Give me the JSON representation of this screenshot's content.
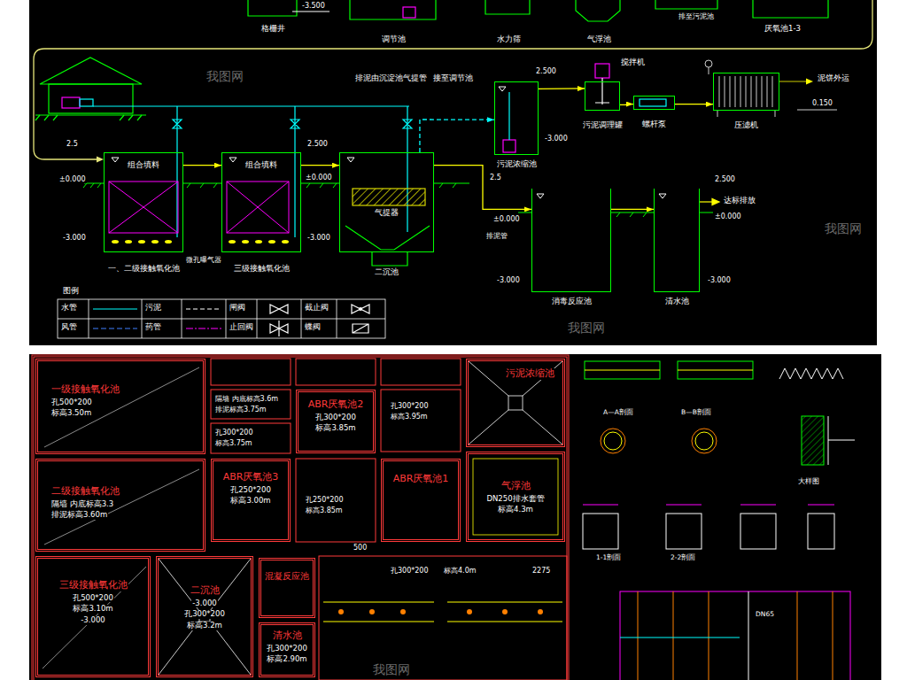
{
  "diagram": {
    "nodes": [
      {
        "text": [
          "组合填料",
          "一、二级接触氧化池"
        ]
      },
      {
        "text": [
          "组合填料",
          "三级接触氧化池"
        ]
      },
      {
        "text": [
          "气提器",
          "二沉池"
        ]
      },
      {
        "text": [
          "污泥浓缩池"
        ]
      },
      {
        "text": [
          "污泥调理罐"
        ]
      },
      {
        "text": [
          "螺杆泵"
        ]
      },
      {
        "text": [
          "压滤机"
        ]
      },
      {
        "text": [
          "消毒反应池"
        ]
      },
      {
        "text": [
          "清水池"
        ]
      },
      {
        "text": [
          "一级接触氧化池",
          "孔500*200",
          "标高3.50m"
        ]
      },
      {
        "text": [
          "ABR厌氧池2",
          "孔300*200",
          "标高3.85m"
        ]
      },
      {
        "text": [
          "污泥浓缩池"
        ]
      },
      {
        "text": [
          "二级接触氧化池",
          "隔墙 内底标高3.3",
          "排泥标高3.60m"
        ]
      },
      {
        "text": [
          "ABR厌氧池3",
          "孔250*200",
          "标高3.00m"
        ]
      },
      {
        "text": [
          "ABR厌氧池1"
        ]
      },
      {
        "text": [
          "气浮池",
          "DN250排水套管",
          "标高4.3m"
        ]
      },
      {
        "text": [
          "三级接触氧化池",
          "孔500*200",
          "标高3.10m",
          "-3.000"
        ]
      },
      {
        "text": [
          "二沉池",
          "-3.000",
          "孔300*200",
          "标高3.2m"
        ]
      },
      {
        "text": [
          "混凝反应池"
        ]
      },
      {
        "text": [
          "清水池",
          "孔300*200",
          "标高2.90m"
        ]
      }
    ],
    "edges": [
      {
        "from": 0,
        "to": 1,
        "arrow": "to"
      },
      {
        "from": 1,
        "to": 2,
        "arrow": "to"
      },
      {
        "from": 2,
        "to": 3,
        "arrow": "to"
      },
      {
        "from": 3,
        "to": 4,
        "arrow": "to"
      },
      {
        "from": 4,
        "to": 5,
        "arrow": "to"
      },
      {
        "from": 5,
        "to": 6,
        "arrow": "to"
      },
      {
        "from": 2,
        "to": 7,
        "arrow": "to"
      },
      {
        "from": 7,
        "to": 8,
        "arrow": "to"
      }
    ],
    "labels": [
      "-3.500",
      "格栅井",
      "调节池",
      "水力筛",
      "气浮池",
      "排至污泥池",
      "厌氧池1-3",
      "排泥由沉淀池气提管",
      "接至调节池",
      "搅拌机",
      "2.500",
      "-3.000",
      "泥饼外运",
      "0.150",
      "2.5",
      "±0.000",
      "-3.000",
      "2.500",
      "±0.000",
      "-3.000",
      "微孔曝气器",
      "2.5",
      "±0.000",
      "排泥管",
      "-3.000",
      "2.500",
      "±0.000",
      "-3.000",
      "达标排放",
      "图例",
      "隔墙 内底标高3.6m",
      "排泥标高3.75m",
      "孔300*200",
      "标高3.75m",
      "孔300*200",
      "标高3.95m",
      "孔250*200",
      "标高3.85m",
      "500",
      "2275",
      "孔300*200",
      "标高4.0m",
      "A—A剖面",
      "B—B剖面",
      "1-1剖面",
      "2-2剖面",
      "大样图",
      "DN65",
      "我图网",
      "我图网",
      "我图网",
      "我图网"
    ],
    "legend": [
      {
        "text": "水管"
      },
      {
        "text": "污泥"
      },
      {
        "text": "闸阀"
      },
      {
        "text": "截止阀"
      },
      {
        "text": "风管"
      },
      {
        "text": "药管"
      },
      {
        "text": "止回阀"
      },
      {
        "text": "蝶阀"
      }
    ]
  }
}
